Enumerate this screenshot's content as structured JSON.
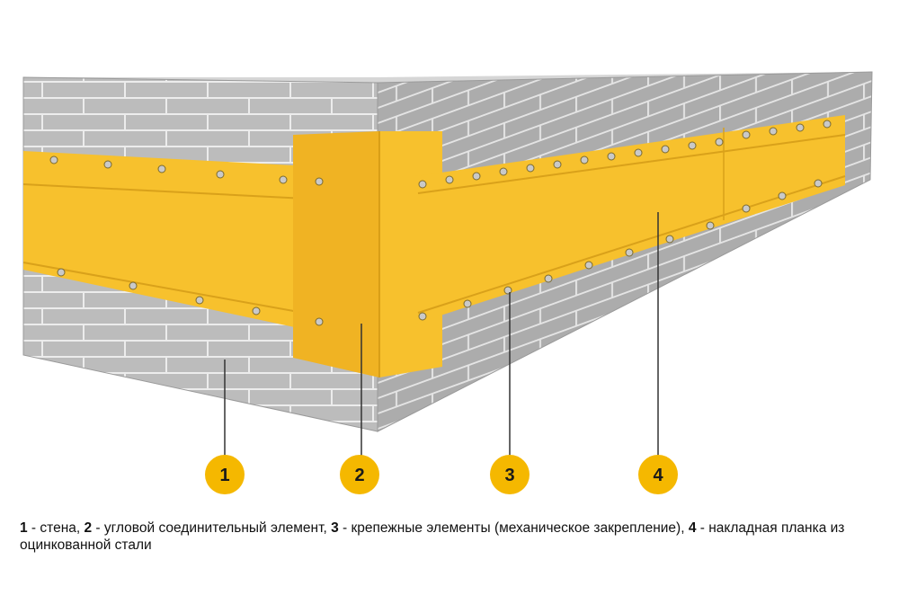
{
  "callouts": [
    "1",
    "2",
    "3",
    "4"
  ],
  "caption": {
    "n1": "1",
    "t1": " - стена, ",
    "n2": "2",
    "t2": " - угловой соединительный элемент, ",
    "n3": "3",
    "t3": " - крепежные элементы (механическое закрепление), ",
    "n4": "4",
    "t4": " - накладная планка из оцинкованной стали"
  },
  "colors": {
    "brick_face_left": "#b9b9b9",
    "brick_face_right": "#a8a8a8",
    "brick_top": "#d6d6d6",
    "mortar": "#eeeeee",
    "membrane": "#f7c12d",
    "membrane_corner": "#f0b323",
    "badge": "#f5b800"
  }
}
